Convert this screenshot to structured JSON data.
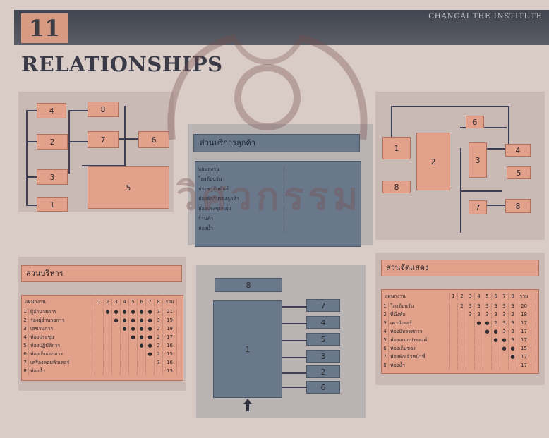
{
  "header": {
    "chapter_number": "11",
    "title": "RELATIONSHIPS",
    "right_text": "CHANGAI THE INSTITUTE"
  },
  "diagram_top_left": {
    "nodes": [
      "4",
      "8",
      "2",
      "7",
      "6",
      "3",
      "5",
      "1"
    ]
  },
  "diagram_top_right": {
    "nodes": [
      "1",
      "2",
      "3",
      "6",
      "4",
      "5",
      "8",
      "7",
      "8"
    ]
  },
  "center_top": {
    "label": "ส่วนบริการลูกค้า"
  },
  "left_bottom": {
    "label": "ส่วนบริหาร",
    "table_header": "แผนกงาน",
    "columns": [
      "1",
      "2",
      "3",
      "4",
      "5",
      "6",
      "7",
      "8",
      "รวม"
    ],
    "rows": [
      {
        "idx": "1",
        "name": "ผู้อำนวยการ",
        "values": [
          "",
          "●",
          "●",
          "●",
          "●",
          "●",
          "●",
          "3",
          "21"
        ]
      },
      {
        "idx": "2",
        "name": "รองผู้อำนวยการ",
        "values": [
          "",
          "",
          "●",
          "●",
          "●",
          "●",
          "●",
          "3",
          "19"
        ]
      },
      {
        "idx": "3",
        "name": "เลขานุการ",
        "values": [
          "",
          "",
          "",
          "●",
          "●",
          "●",
          "●",
          "2",
          "19"
        ]
      },
      {
        "idx": "4",
        "name": "ห้องประชุม",
        "values": [
          "",
          "",
          "",
          "",
          "●",
          "●",
          "●",
          "2",
          "17"
        ]
      },
      {
        "idx": "5",
        "name": "ห้องปฏิบัติการ",
        "values": [
          "",
          "",
          "",
          "",
          "",
          "●",
          "●",
          "2",
          "16"
        ]
      },
      {
        "idx": "6",
        "name": "ห้องเก็บเอกสาร",
        "values": [
          "",
          "",
          "",
          "",
          "",
          "",
          "●",
          "2",
          "15"
        ]
      },
      {
        "idx": "7",
        "name": "เครื่องคอมพิวเตอร์",
        "values": [
          "",
          "",
          "",
          "",
          "",
          "",
          "",
          "3",
          "16"
        ]
      },
      {
        "idx": "8",
        "name": "ห้องน้ำ",
        "values": [
          "",
          "",
          "",
          "",
          "",
          "",
          "",
          "",
          "13"
        ]
      }
    ]
  },
  "center_bottom": {
    "top_node": "8",
    "main_node": "1",
    "side_nodes": [
      "7",
      "4",
      "5",
      "3",
      "2",
      "6"
    ]
  },
  "right_bottom": {
    "label": "ส่วนจัดแสดง",
    "table_header": "แผนกงาน",
    "columns": [
      "1",
      "2",
      "3",
      "4",
      "5",
      "6",
      "7",
      "8",
      "รวม"
    ],
    "rows": [
      {
        "idx": "1",
        "name": "โถงต้อนรับ",
        "values": [
          "",
          "2",
          "3",
          "3",
          "3",
          "3",
          "3",
          "3",
          "20"
        ]
      },
      {
        "idx": "2",
        "name": "ที่นั่งพัก",
        "values": [
          "",
          "",
          "3",
          "3",
          "3",
          "3",
          "3",
          "2",
          "18"
        ]
      },
      {
        "idx": "3",
        "name": "เคาน์เตอร์",
        "values": [
          "",
          "",
          "",
          "●",
          "●",
          "2",
          "3",
          "3",
          "17"
        ]
      },
      {
        "idx": "4",
        "name": "ห้องนิทรรศการ",
        "values": [
          "",
          "",
          "",
          "",
          "●",
          "●",
          "3",
          "3",
          "17"
        ]
      },
      {
        "idx": "5",
        "name": "ห้องอเนกประสงค์",
        "values": [
          "",
          "",
          "",
          "",
          "",
          "●",
          "●",
          "3",
          "17"
        ]
      },
      {
        "idx": "6",
        "name": "ห้องเก็บของ",
        "values": [
          "",
          "",
          "",
          "",
          "",
          "",
          "●",
          "●",
          "15"
        ]
      },
      {
        "idx": "7",
        "name": "ห้องพักเจ้าหน้าที่",
        "values": [
          "",
          "",
          "",
          "",
          "",
          "",
          "",
          "●",
          "17"
        ]
      },
      {
        "idx": "8",
        "name": "ห้องน้ำ",
        "values": [
          "",
          "",
          "",
          "",
          "",
          "",
          "",
          "",
          "17"
        ]
      }
    ]
  },
  "center_table": {
    "label": "ส่วนบริการลูกค้า",
    "header": "แผนกงาน",
    "rows": [
      "โถงต้อนรับ",
      "ประชาสัมพันธ์",
      "ห้องพักรับรองลูกค้า",
      "ห้องประชุมกลุ่ม",
      "ร้านค้า",
      "ห้องน้ำ"
    ]
  },
  "watermark": {
    "text": "วิศวกรรม"
  }
}
